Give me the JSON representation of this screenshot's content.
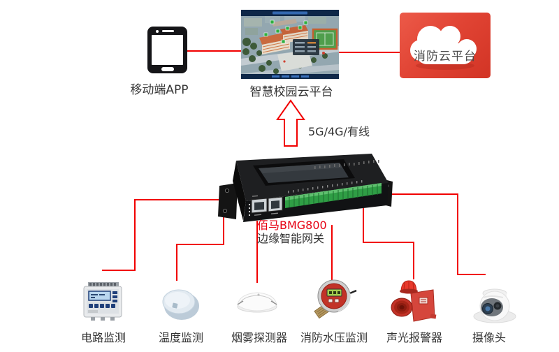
{
  "diagram_type": "iot-architecture",
  "colors": {
    "connector_red": "#f10000",
    "brand_red": "#e60012",
    "cloud_red": "#e14434",
    "text_dark": "#333333"
  },
  "nodes": {
    "mobile_app": {
      "label": "移动端APP",
      "icon": "smartphone-icon"
    },
    "campus_platform": {
      "label": "智慧校园云平台",
      "icon": "campus-aerial-screenshot"
    },
    "fire_cloud": {
      "label": "消防云平台",
      "icon": "red-cloud-icon"
    },
    "uplink": {
      "label": "5G/4G/有线",
      "icon": "up-arrow-icon"
    },
    "gateway": {
      "name": "佰马BMG800",
      "subtitle": "边缘智能网关",
      "icon": "edge-gateway-device"
    }
  },
  "devices": [
    {
      "label": "电路监测",
      "icon": "circuit-monitor-icon"
    },
    {
      "label": "温度监测",
      "icon": "temperature-sensor-icon"
    },
    {
      "label": "烟雾探测器",
      "icon": "smoke-detector-icon"
    },
    {
      "label": "消防水压监测",
      "icon": "water-pressure-gauge-icon"
    },
    {
      "label": "声光报警器",
      "icon": "sound-light-alarm-icon"
    },
    {
      "label": "摄像头",
      "icon": "camera-icon"
    }
  ]
}
